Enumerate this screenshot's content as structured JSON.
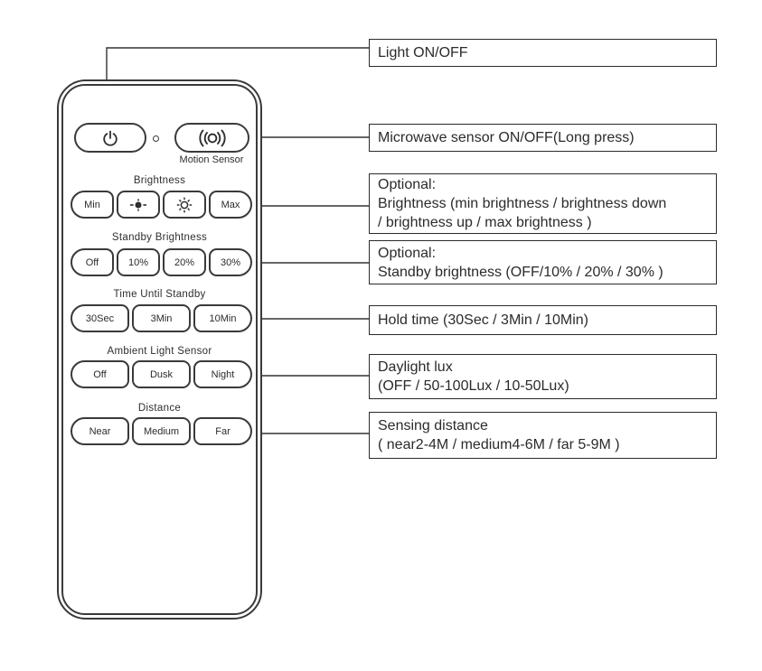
{
  "colors": {
    "ink": "#2f2f2f",
    "background": "#ffffff"
  },
  "remote": {
    "power_button_icon": "power-icon",
    "motion_button_icon": "motion-sensor-icon",
    "motion_sensor_label": "Motion Sensor",
    "sections": [
      {
        "label": "Brightness",
        "buttons": [
          {
            "label": "Min"
          },
          {
            "icon": "brightness-down-icon"
          },
          {
            "icon": "brightness-up-icon"
          },
          {
            "label": "Max"
          }
        ]
      },
      {
        "label": "Standby Brightness",
        "buttons": [
          {
            "label": "Off"
          },
          {
            "label": "10%"
          },
          {
            "label": "20%"
          },
          {
            "label": "30%"
          }
        ]
      },
      {
        "label": "Time Until Standby",
        "buttons": [
          {
            "label": "30Sec"
          },
          {
            "label": "3Min"
          },
          {
            "label": "10Min"
          }
        ]
      },
      {
        "label": "Ambient Light Sensor",
        "buttons": [
          {
            "label": "Off"
          },
          {
            "label": "Dusk"
          },
          {
            "label": "Night"
          }
        ]
      },
      {
        "label": "Distance",
        "buttons": [
          {
            "label": "Near"
          },
          {
            "label": "Medium"
          },
          {
            "label": "Far"
          }
        ]
      }
    ]
  },
  "callouts": [
    {
      "lines": [
        "Light ON/OFF"
      ]
    },
    {
      "lines": [
        "Microwave sensor ON/OFF(Long press)"
      ]
    },
    {
      "lines": [
        "Optional:",
        "Brightness (min brightness / brightness down",
        "/ brightness up / max brightness )"
      ]
    },
    {
      "lines": [
        "Optional:",
        "Standby brightness (OFF/10% / 20% / 30% )"
      ]
    },
    {
      "lines": [
        "Hold time (30Sec / 3Min / 10Min)"
      ]
    },
    {
      "lines": [
        "Daylight lux",
        "(OFF / 50-100Lux / 10-50Lux)"
      ]
    },
    {
      "lines": [
        "Sensing distance",
        "( near2-4M / medium4-6M / far 5-9M )"
      ]
    }
  ]
}
